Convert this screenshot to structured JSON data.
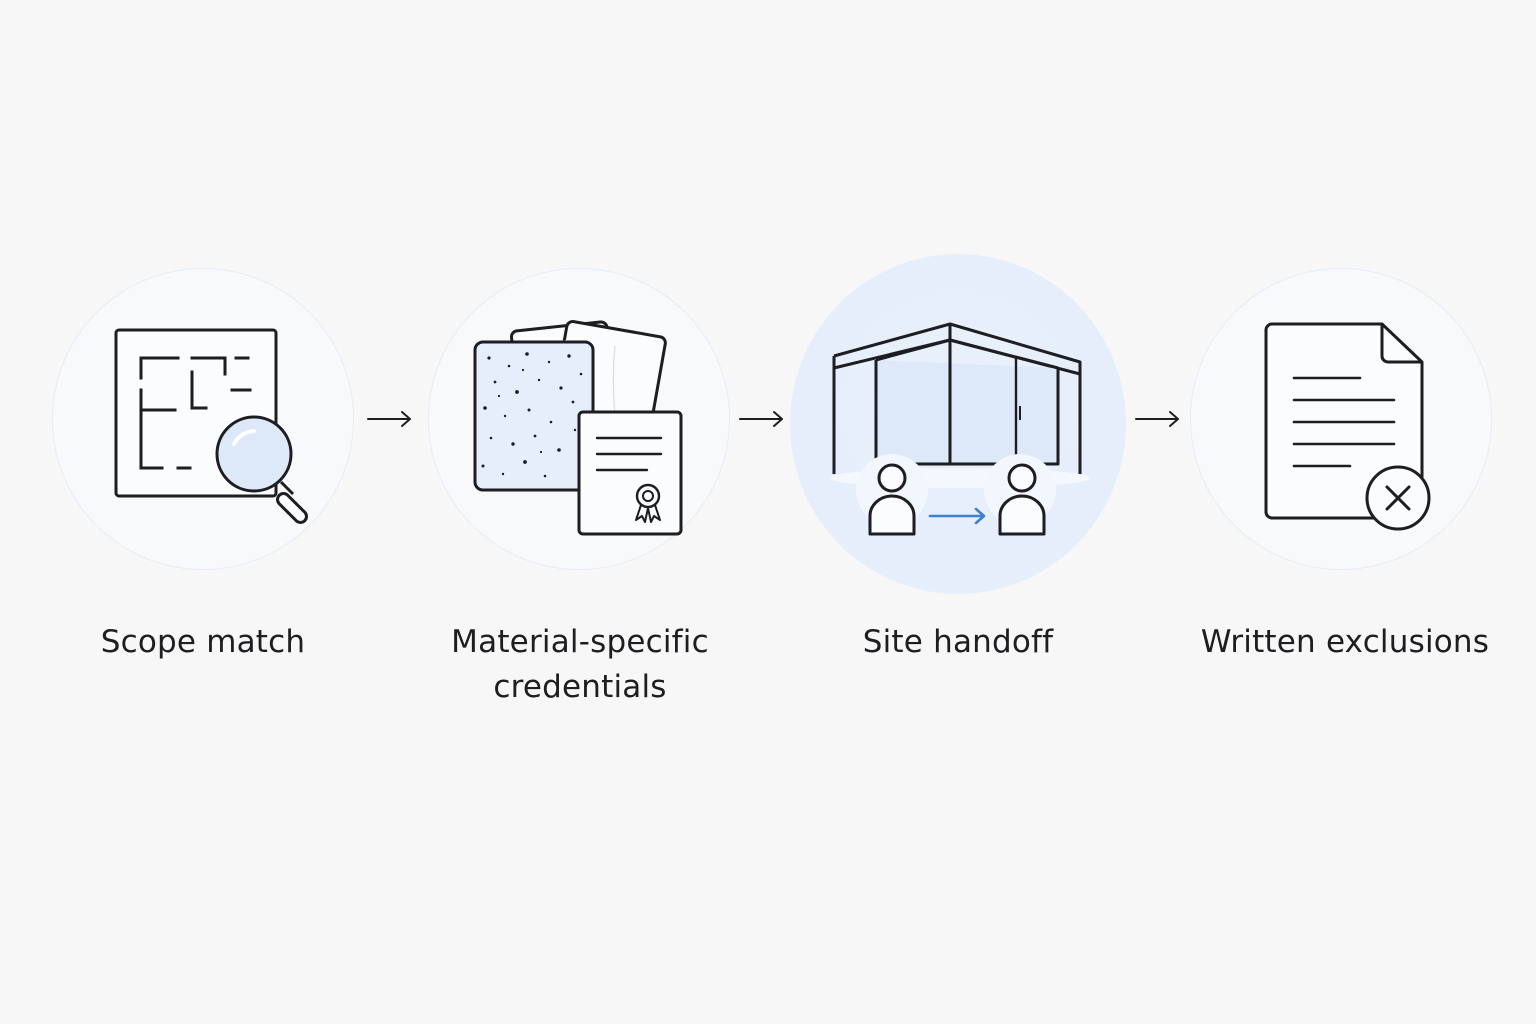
{
  "steps": [
    {
      "label": "Scope match",
      "icon": "floor-plan-magnifier-icon"
    },
    {
      "label_line1": "Material-specific",
      "label_line2": "credentials",
      "icon": "material-samples-certificate-icon"
    },
    {
      "label": "Site handoff",
      "icon": "building-handoff-icon",
      "highlighted": true
    },
    {
      "label": "Written exclusions",
      "icon": "document-exclusion-icon"
    }
  ],
  "arrow_icon": "right-arrow-icon",
  "colors": {
    "background": "#f7f7f8",
    "line": "#1d1d22",
    "accent": "#3b82d6",
    "highlight_fill": "#e8effb",
    "circle_border": "#e6ecf5"
  }
}
